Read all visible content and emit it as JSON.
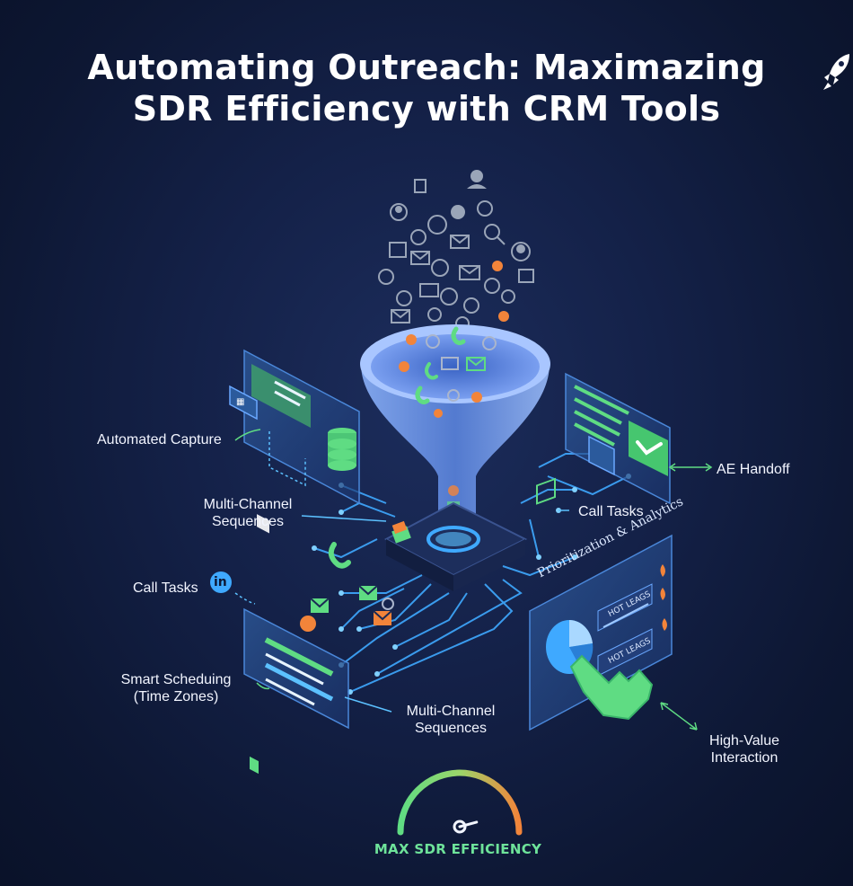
{
  "title_line1": "Automating Outreach: Maximazing",
  "title_line2": "SDR Efficiency with CRM Tools",
  "labels": {
    "automated_capture": "Automated Capture",
    "multi_channel_1_line1": "Multi-Channel",
    "multi_channel_1_line2": "Sequences",
    "call_tasks_left": "Call Tasks",
    "smart_scheduling_line1": "Smart Scheduing",
    "smart_scheduling_line2": "(Time Zones)",
    "multi_channel_2_line1": "Multi-Channel",
    "multi_channel_2_line2": "Sequences",
    "call_tasks_right": "Call Tasks",
    "ae_handoff": "AE Handoff",
    "high_value_line1": "High-Value",
    "high_value_line2": "Interaction",
    "analytics_title": "Prioritization & Analytics",
    "hot_leads_1": "HOT LEAGS",
    "hot_leads_2": "HOT LEAGS",
    "linkedin_badge": "in"
  },
  "gauge": {
    "label": "MAX SDR EFFICIENCY",
    "level": 0.9
  },
  "colors": {
    "background": "#121d40",
    "accent_blue": "#3fa9ff",
    "accent_green": "#5fdc83",
    "accent_orange": "#f2843a",
    "text": "#ffffff"
  },
  "icons": [
    "person-icon",
    "email-icon",
    "phone-icon",
    "magnifier-icon",
    "briefcase-icon",
    "linkedin-icon",
    "database-icon",
    "calendar-icon",
    "checkmark-icon",
    "rocket-logo-icon",
    "hand-pointer-icon",
    "pie-chart-icon",
    "flame-icon"
  ]
}
